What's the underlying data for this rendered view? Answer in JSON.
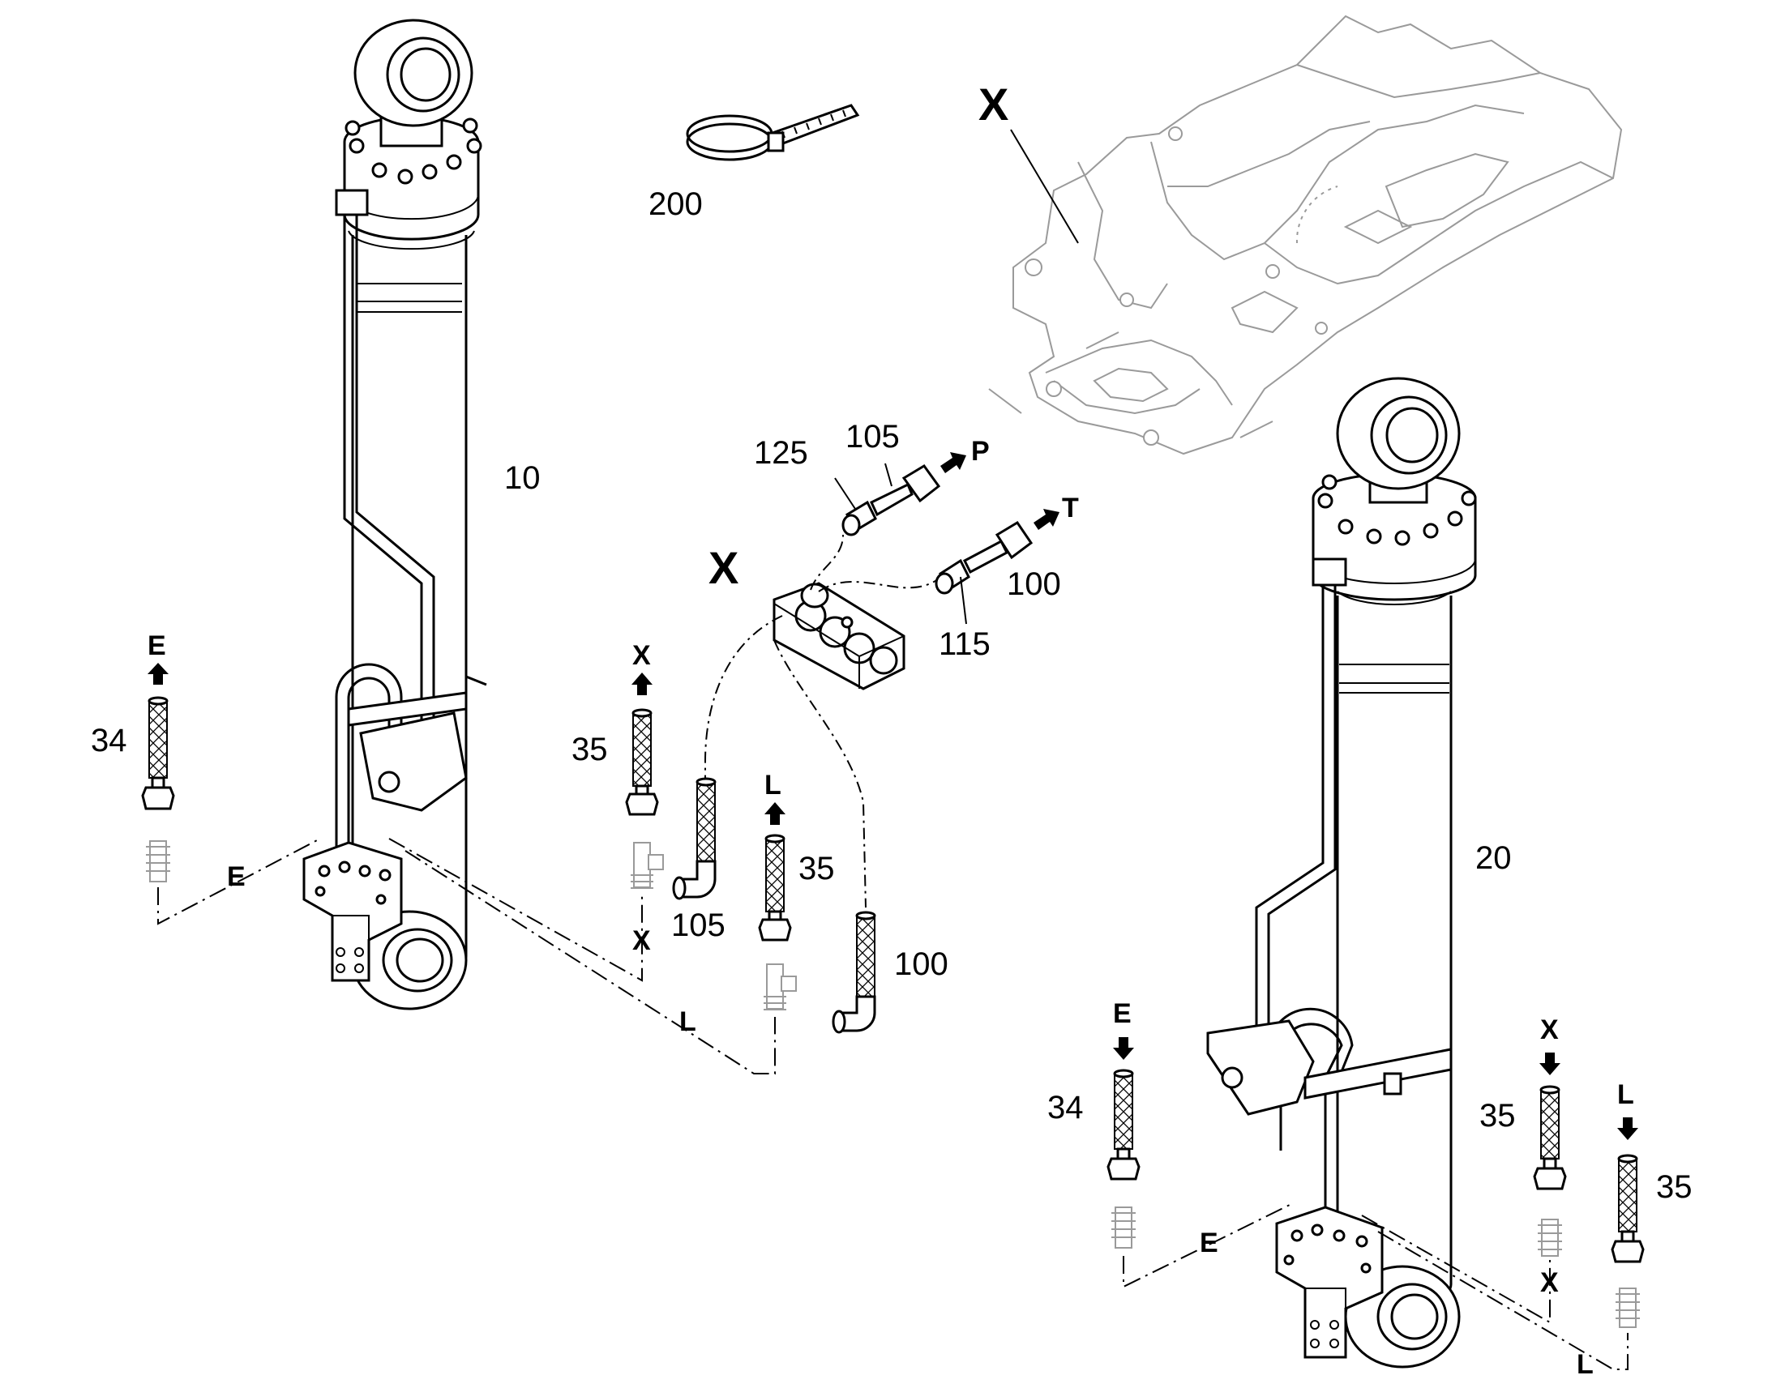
{
  "diagram": {
    "title_marker": "X",
    "detail_marker": "X",
    "parts": {
      "cyl_left": "10",
      "cyl_right": "20",
      "clamp": "200",
      "hose_125": "125",
      "hose_105_top": "105",
      "hose_105_bottom": "105",
      "fit_115": "115",
      "hose_100_top": "100",
      "hose_100_bottom": "100",
      "fit_34_left": "34",
      "fit_34_right": "34",
      "fit_35_left_x": "35",
      "fit_35_left_l": "35",
      "fit_35_right_x": "35",
      "fit_35_right_l": "35"
    },
    "flow_labels": {
      "p": "P",
      "t": "T",
      "e_left": "E",
      "e_left_arrow": "E",
      "x_left_arrow": "X",
      "x_left_line": "X",
      "l_left_arrow": "L",
      "l_left_line": "L",
      "e_right": "E",
      "e_right_arrow": "E",
      "x_right_arrow": "X",
      "x_right_line": "X",
      "l_right_arrow": "L",
      "l_right_line": "L"
    }
  }
}
